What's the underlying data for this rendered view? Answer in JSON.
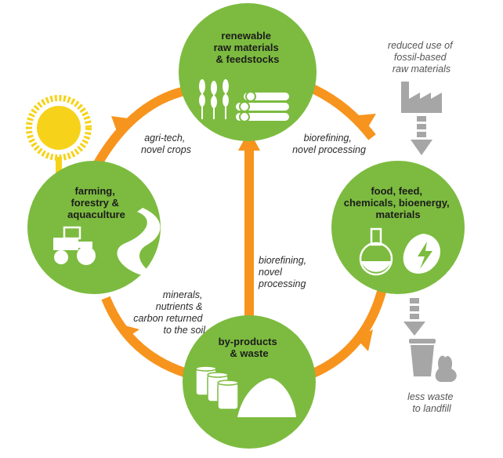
{
  "colors": {
    "node_fill": "#7cbb3f",
    "arrow": "#f7941d",
    "sun": "#f6d31a",
    "grey": "#a6a6a6",
    "text": "#1c1c1c"
  },
  "nodes": {
    "top": {
      "lines": [
        "renewable",
        "raw materials",
        "& feedstocks"
      ],
      "icons": [
        "wheat-icon",
        "logs-icon"
      ]
    },
    "right": {
      "lines": [
        "food, feed,",
        "chemicals, bioenergy,",
        "materials"
      ],
      "icons": [
        "flask-icon",
        "leaf-energy-icon"
      ]
    },
    "bottom": {
      "lines": [
        "by-products",
        "& waste"
      ],
      "icons": [
        "barrels-icon",
        "pile-icon"
      ]
    },
    "left": {
      "lines": [
        "farming,",
        "forestry &",
        "aquaculture"
      ],
      "icons": [
        "tractor-icon",
        "road-icon"
      ]
    }
  },
  "edges": {
    "left_to_top": {
      "lines": [
        "agri-tech,",
        "novel crops"
      ]
    },
    "top_to_right": {
      "lines": [
        "biorefining,",
        "novel processing"
      ]
    },
    "bottom_to_top": {
      "lines": [
        "biorefining,",
        "novel",
        "processing"
      ]
    },
    "bottom_to_left": {
      "lines": [
        "minerals,",
        "nutrients &",
        "carbon returned",
        "to the soil"
      ]
    }
  },
  "side": {
    "fossil": {
      "lines": [
        "reduced use of",
        "fossil-based",
        "raw materials"
      ],
      "icon": "factory-icon"
    },
    "landfill": {
      "lines": [
        "less waste",
        "to landfill"
      ],
      "icon": "bin-bag-icon"
    },
    "sun": {
      "icon": "sun-icon"
    }
  }
}
